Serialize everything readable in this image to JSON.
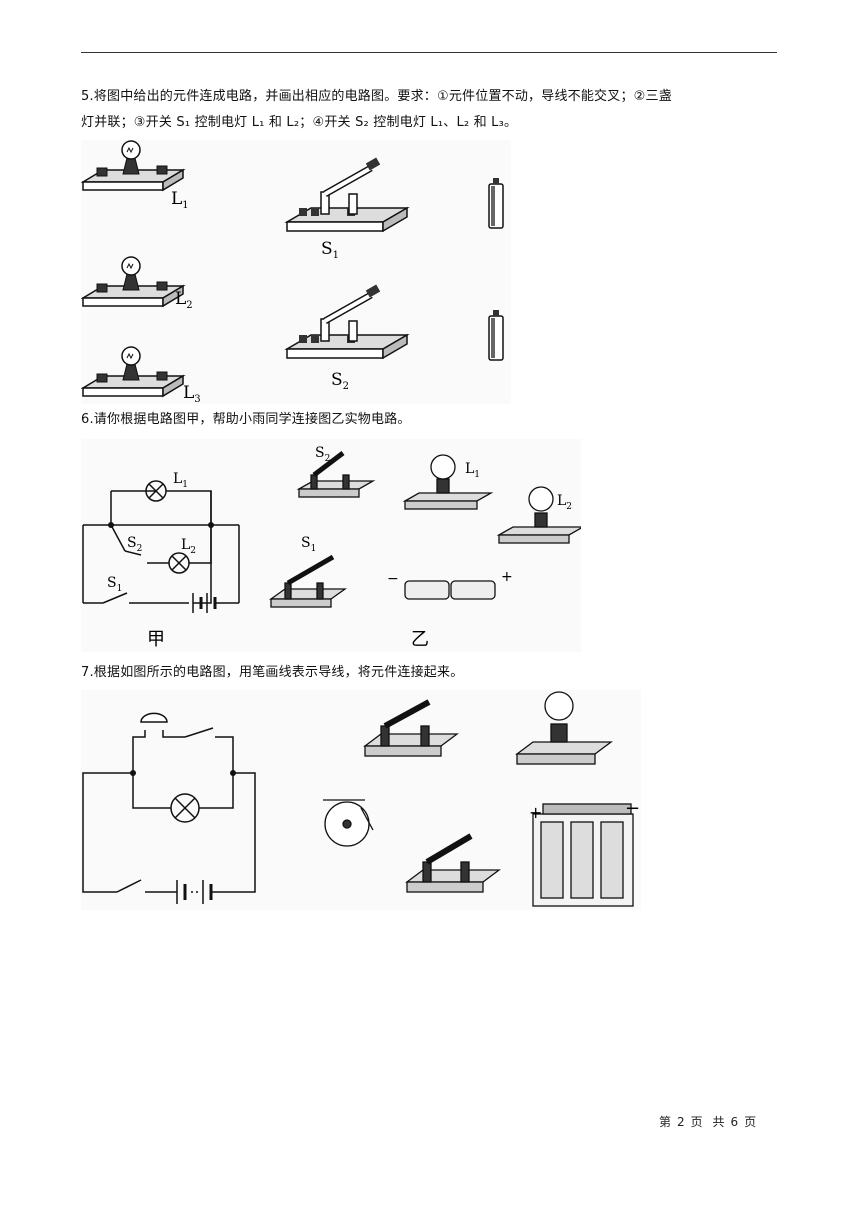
{
  "q5": {
    "line1": "5.将图中给出的元件连成电路，并画出相应的电路图。要求：①元件位置不动，导线不能交叉；②三盏",
    "line2": "灯并联；③开关 S₁ 控制电灯 L₁ 和 L₂；④开关 S₂ 控制电灯 L₁、L₂ 和 L₃。",
    "labels": {
      "L1": "L",
      "L1s": "1",
      "L2": "L",
      "L2s": "2",
      "L3": "L",
      "L3s": "3",
      "S1": "S",
      "S1s": "1",
      "S2": "S",
      "S2s": "2"
    }
  },
  "q6": {
    "text": "6.请你根据电路图甲，帮助小雨同学连接图乙实物电路。",
    "labels": {
      "L1": "L",
      "L1s": "1",
      "L2": "L",
      "L2s": "2",
      "S1": "S",
      "S1s": "1",
      "S2": "S",
      "S2s": "2",
      "jia": "甲",
      "yi": "乙",
      "minus": "−",
      "plus": "+"
    }
  },
  "q7": {
    "text": "7.根据如图所示的电路图，用笔画线表示导线，将元件连接起来。",
    "labels": {
      "plus": "+",
      "minus": "−"
    }
  },
  "footer": {
    "a": "第",
    "page": "2",
    "b": "页",
    "c": "共",
    "total": "6",
    "d": "页"
  }
}
